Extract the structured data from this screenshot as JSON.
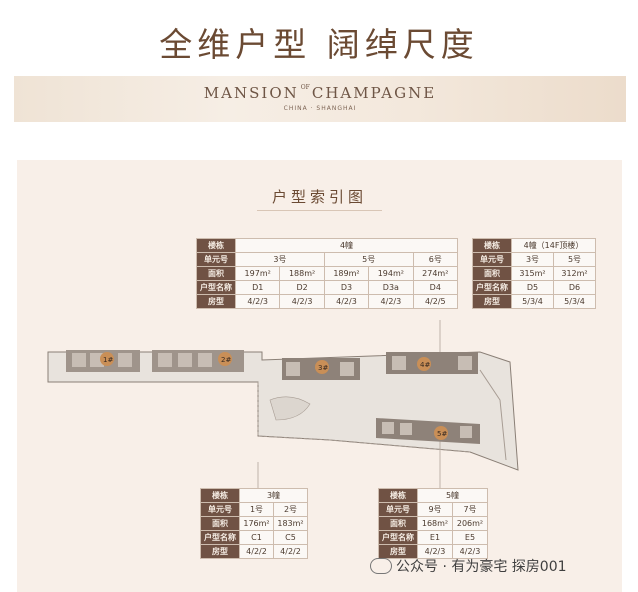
{
  "page_title": "全维户型 阔绰尺度",
  "banner": {
    "brand_left": "MANSION",
    "brand_of": "OF",
    "brand_right": "CHAMPAGNE",
    "subtitle": "CHINA · SHANGHAI"
  },
  "panel_title": "户型索引图",
  "table_4": {
    "row_labels": [
      "楼栋",
      "单元号",
      "面积",
      "户型名称",
      "房型"
    ],
    "building": "4幢",
    "units": [
      "3号",
      "5号",
      "6号"
    ],
    "areas": [
      "197m²",
      "188m²",
      "189m²",
      "194m²",
      "274m²"
    ],
    "names": [
      "D1",
      "D2",
      "D3",
      "D3a",
      "D4"
    ],
    "layouts": [
      "4/2/3",
      "4/2/3",
      "4/2/3",
      "4/2/3",
      "4/2/5"
    ]
  },
  "table_4top": {
    "row_labels": [
      "楼栋",
      "单元号",
      "面积",
      "户型名称",
      "房型"
    ],
    "building": "4幢（14F顶楼）",
    "units": [
      "3号",
      "5号"
    ],
    "areas": [
      "315m²",
      "312m²"
    ],
    "names": [
      "D5",
      "D6"
    ],
    "layouts": [
      "5/3/4",
      "5/3/4"
    ]
  },
  "table_3": {
    "row_labels": [
      "楼栋",
      "单元号",
      "面积",
      "户型名称",
      "房型"
    ],
    "building": "3幢",
    "units": [
      "1号",
      "2号"
    ],
    "areas": [
      "176m²",
      "183m²"
    ],
    "names": [
      "C1",
      "C5"
    ],
    "layouts": [
      "4/2/2",
      "4/2/2"
    ]
  },
  "table_5": {
    "row_labels": [
      "楼栋",
      "单元号",
      "面积",
      "户型名称",
      "房型"
    ],
    "building": "5幢",
    "units": [
      "9号",
      "7号"
    ],
    "areas": [
      "168m²",
      "206m²"
    ],
    "names": [
      "E1",
      "E5"
    ],
    "layouts": [
      "4/2/3",
      "4/2/3"
    ]
  },
  "plan_labels": {
    "b1": "1#",
    "b2": "2#",
    "b3": "3#",
    "b4": "4#",
    "b5": "5#"
  },
  "watermark": "公众号 · 有为豪宅 探房001"
}
